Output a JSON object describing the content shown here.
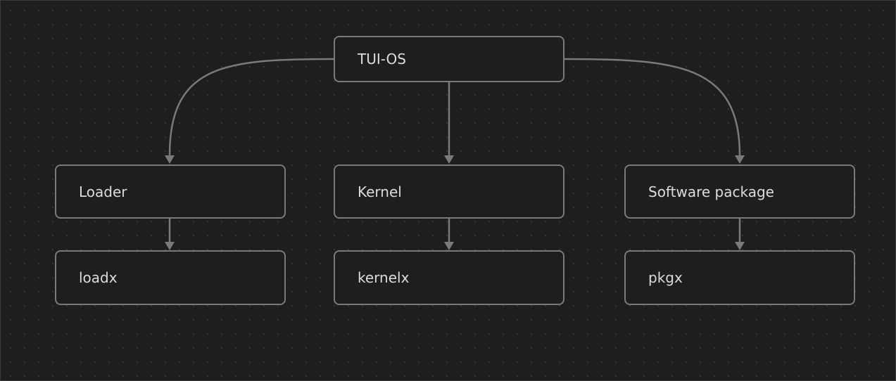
{
  "diagram": {
    "nodes": {
      "root": "TUI-OS",
      "loader": "Loader",
      "kernel": "Kernel",
      "software_package": "Software package",
      "loadx": "loadx",
      "kernelx": "kernelx",
      "pkgx": "pkgx"
    },
    "edges": [
      {
        "from": "root",
        "to": "loader"
      },
      {
        "from": "root",
        "to": "kernel"
      },
      {
        "from": "root",
        "to": "software_package"
      },
      {
        "from": "loader",
        "to": "loadx"
      },
      {
        "from": "kernel",
        "to": "kernelx"
      },
      {
        "from": "software_package",
        "to": "pkgx"
      }
    ]
  },
  "colors": {
    "background": "#1e1e1e",
    "node_border": "#7a7a7a",
    "edge": "#7a7a7a",
    "text": "#dcdcdc"
  }
}
